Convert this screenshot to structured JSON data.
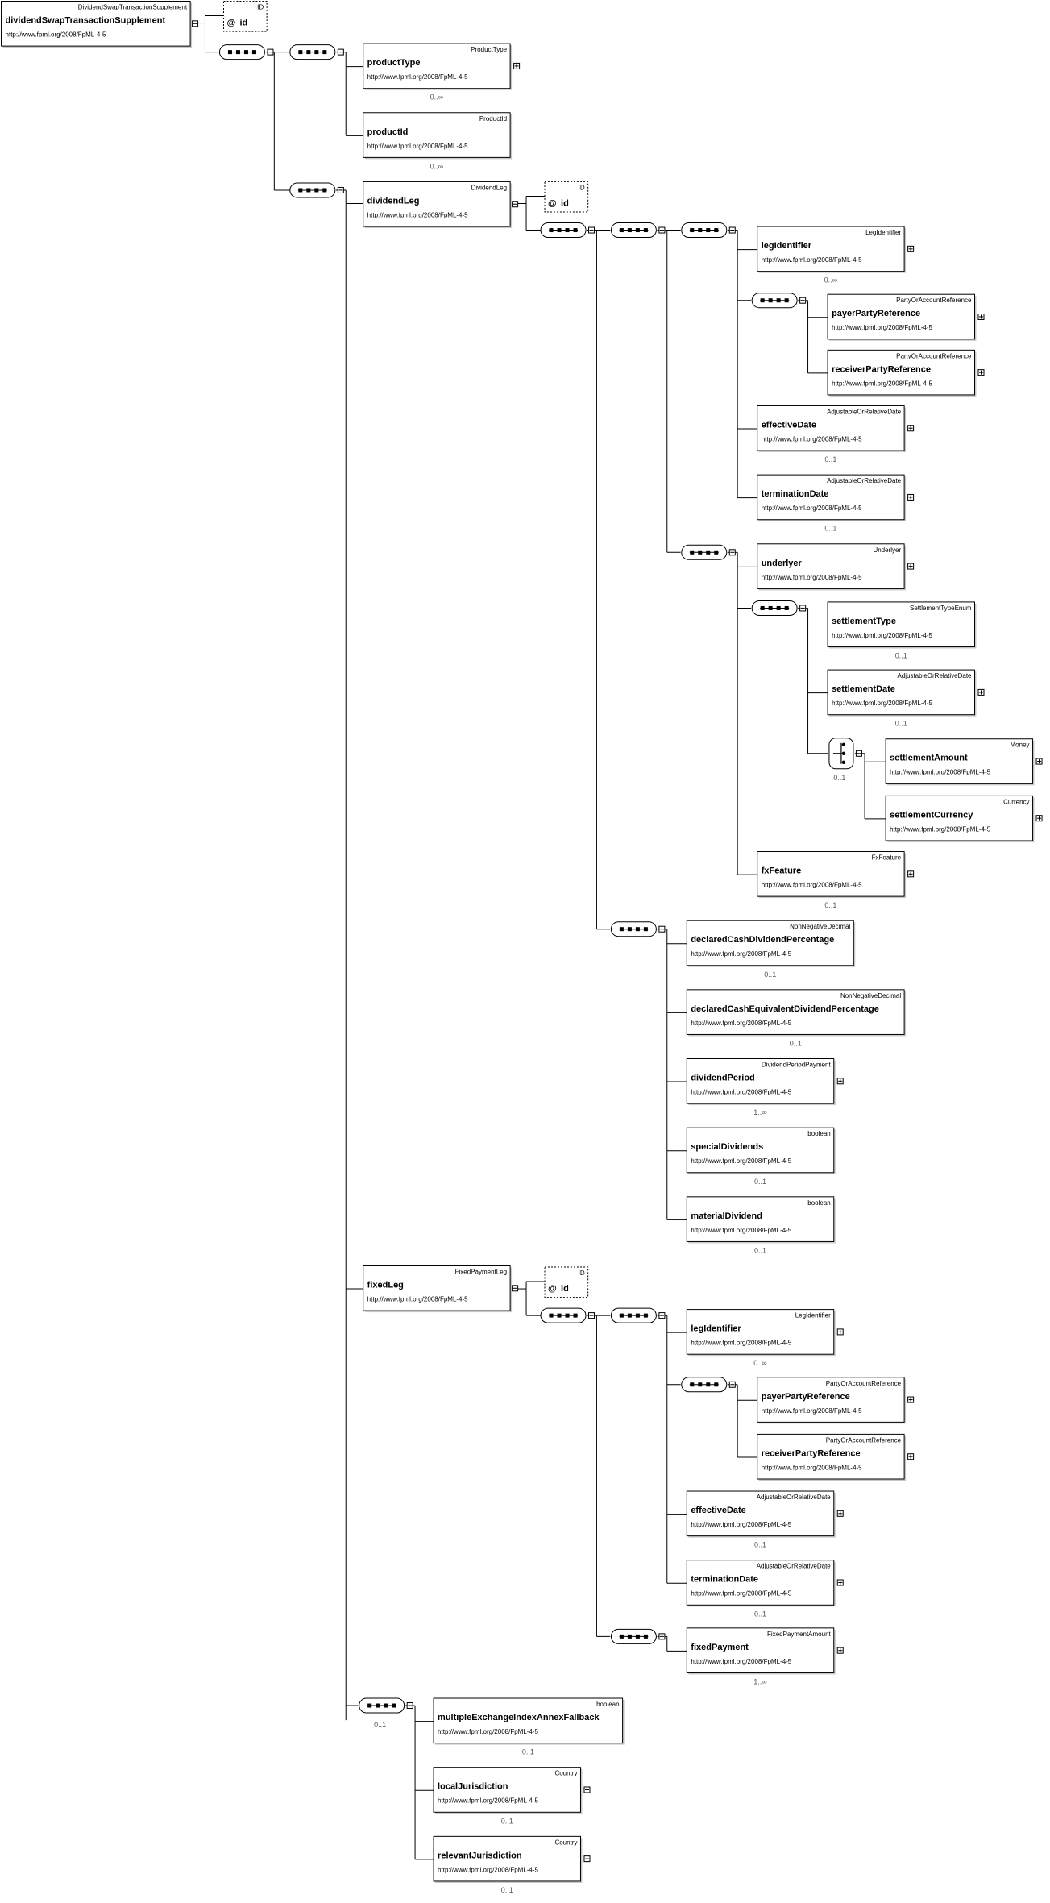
{
  "namespace": "http://www.fpml.org/2008/FpML-4-5",
  "root": {
    "name": "dividendSwapTransactionSupplement",
    "type": "DividendSwapTransactionSupplement"
  },
  "attr_symbol": "@",
  "elements": [
    {
      "id": "root",
      "name": "dividendSwapTransactionSupplement",
      "type": "DividendSwapTransactionSupplement",
      "card": "",
      "expand": false
    },
    {
      "id": "productType",
      "name": "productType",
      "type": "ProductType",
      "card": "0..∞",
      "expand": true
    },
    {
      "id": "productId",
      "name": "productId",
      "type": "ProductId",
      "card": "0..∞",
      "expand": false
    },
    {
      "id": "dividendLeg",
      "name": "dividendLeg",
      "type": "DividendLeg",
      "card": "",
      "expand": false
    },
    {
      "id": "dl_legIdentifier",
      "name": "legIdentifier",
      "type": "LegIdentifier",
      "card": "0..∞",
      "expand": true
    },
    {
      "id": "dl_payer",
      "name": "payerPartyReference",
      "type": "PartyOrAccountReference",
      "card": "",
      "expand": true
    },
    {
      "id": "dl_receiver",
      "name": "receiverPartyReference",
      "type": "PartyOrAccountReference",
      "card": "",
      "expand": true
    },
    {
      "id": "dl_effectiveDate",
      "name": "effectiveDate",
      "type": "AdjustableOrRelativeDate",
      "card": "0..1",
      "expand": true
    },
    {
      "id": "dl_terminationDate",
      "name": "terminationDate",
      "type": "AdjustableOrRelativeDate",
      "card": "0..1",
      "expand": true
    },
    {
      "id": "underlyer",
      "name": "underlyer",
      "type": "Underlyer",
      "card": "",
      "expand": true
    },
    {
      "id": "settlementType",
      "name": "settlementType",
      "type": "SettlementTypeEnum",
      "card": "0..1",
      "expand": false
    },
    {
      "id": "settlementDate",
      "name": "settlementDate",
      "type": "AdjustableOrRelativeDate",
      "card": "0..1",
      "expand": true
    },
    {
      "id": "settlementAmount",
      "name": "settlementAmount",
      "type": "Money",
      "card": "",
      "expand": true
    },
    {
      "id": "settlementCurrency",
      "name": "settlementCurrency",
      "type": "Currency",
      "card": "",
      "expand": true
    },
    {
      "id": "fxFeature",
      "name": "fxFeature",
      "type": "FxFeature",
      "card": "0..1",
      "expand": true
    },
    {
      "id": "declaredCash",
      "name": "declaredCashDividendPercentage",
      "type": "NonNegativeDecimal",
      "card": "0..1",
      "expand": false
    },
    {
      "id": "declaredCashEq",
      "name": "declaredCashEquivalentDividendPercentage",
      "type": "NonNegativeDecimal",
      "card": "0..1",
      "expand": false
    },
    {
      "id": "dividendPeriod",
      "name": "dividendPeriod",
      "type": "DividendPeriodPayment",
      "card": "1..∞",
      "expand": true
    },
    {
      "id": "specialDividends",
      "name": "specialDividends",
      "type": "boolean",
      "card": "0..1",
      "expand": false
    },
    {
      "id": "materialDividend",
      "name": "materialDividend",
      "type": "boolean",
      "card": "0..1",
      "expand": false
    },
    {
      "id": "fixedLeg",
      "name": "fixedLeg",
      "type": "FixedPaymentLeg",
      "card": "",
      "expand": false
    },
    {
      "id": "fl_legIdentifier",
      "name": "legIdentifier",
      "type": "LegIdentifier",
      "card": "0..∞",
      "expand": true
    },
    {
      "id": "fl_payer",
      "name": "payerPartyReference",
      "type": "PartyOrAccountReference",
      "card": "",
      "expand": true
    },
    {
      "id": "fl_receiver",
      "name": "receiverPartyReference",
      "type": "PartyOrAccountReference",
      "card": "",
      "expand": true
    },
    {
      "id": "fl_effectiveDate",
      "name": "effectiveDate",
      "type": "AdjustableOrRelativeDate",
      "card": "0..1",
      "expand": true
    },
    {
      "id": "fl_terminationDate",
      "name": "terminationDate",
      "type": "AdjustableOrRelativeDate",
      "card": "0..1",
      "expand": true
    },
    {
      "id": "fixedPayment",
      "name": "fixedPayment",
      "type": "FixedPaymentAmount",
      "card": "1..∞",
      "expand": true
    },
    {
      "id": "multipleExchange",
      "name": "multipleExchangeIndexAnnexFallback",
      "type": "boolean",
      "card": "0..1",
      "expand": false
    },
    {
      "id": "localJurisdiction",
      "name": "localJurisdiction",
      "type": "Country",
      "card": "0..1",
      "expand": true
    },
    {
      "id": "relevantJurisdiction",
      "name": "relevantJurisdiction",
      "type": "Country",
      "card": "0..1",
      "expand": true
    }
  ],
  "attributes": [
    {
      "id": "attr_root",
      "name": "id",
      "type": "ID"
    },
    {
      "id": "attr_dividendLeg",
      "name": "id",
      "type": "ID"
    },
    {
      "id": "attr_fixedLeg",
      "name": "id",
      "type": "ID"
    }
  ],
  "compositors": [
    {
      "id": "c_root",
      "kind": "sequence",
      "card": ""
    },
    {
      "id": "c_prod",
      "kind": "sequence",
      "card": ""
    },
    {
      "id": "c_legs",
      "kind": "sequence",
      "card": ""
    },
    {
      "id": "c_dl",
      "kind": "sequence",
      "card": ""
    },
    {
      "id": "c_dl_a",
      "kind": "sequence",
      "card": ""
    },
    {
      "id": "c_dl_a1",
      "kind": "sequence",
      "card": ""
    },
    {
      "id": "c_dl_pr",
      "kind": "sequence",
      "card": ""
    },
    {
      "id": "c_dl_und",
      "kind": "sequence",
      "card": ""
    },
    {
      "id": "c_dl_set",
      "kind": "sequence",
      "card": ""
    },
    {
      "id": "c_dl_choice",
      "kind": "choice",
      "card": "0..1"
    },
    {
      "id": "c_dl_div",
      "kind": "sequence",
      "card": ""
    },
    {
      "id": "c_fl",
      "kind": "sequence",
      "card": ""
    },
    {
      "id": "c_fl_a",
      "kind": "sequence",
      "card": ""
    },
    {
      "id": "c_fl_pr",
      "kind": "sequence",
      "card": ""
    },
    {
      "id": "c_fl_fp",
      "kind": "sequence",
      "card": ""
    },
    {
      "id": "c_tail",
      "kind": "sequence",
      "card": "0..1"
    }
  ]
}
